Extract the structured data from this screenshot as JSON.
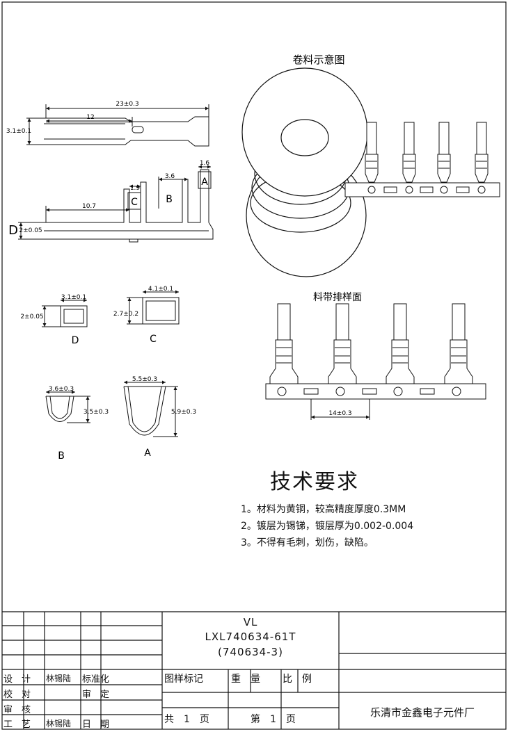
{
  "reel": {
    "title": "卷料示意图"
  },
  "strip": {
    "title": "料带排样面",
    "pitch": "14±0.3"
  },
  "side_view": {
    "length_total": "23±0.3",
    "length_12": "12",
    "height_3_1": "3.1±0.1",
    "length_10_7": "10.7",
    "width_1_9": "1.9",
    "width_3_6": "3.6",
    "width_1_6": "1.6",
    "label_A": "A",
    "label_B": "B",
    "label_C": "C",
    "label_D": "D",
    "height_2": "2±0.05"
  },
  "sections": {
    "D": {
      "label": "D",
      "width": "3.1±0.1",
      "height": "2±0.05"
    },
    "C": {
      "label": "C",
      "width": "4.1±0.1",
      "height": "2.7±0.2"
    },
    "B": {
      "label": "B",
      "width": "3.6±0.3",
      "height": "3.5±0.3"
    },
    "A": {
      "label": "A",
      "width": "5.5±0.3",
      "height": "5.9±0.3"
    }
  },
  "requirements": {
    "title": "技术要求",
    "items": [
      "1。材料为黄铜，较高精度厚度0.3MM",
      "2。镀层为锡锑，镀层厚为0.002-0.004",
      "3。不得有毛刺，划伤，缺陷。"
    ]
  },
  "title_block": {
    "part_line1": "VL",
    "part_line2": "LXL740634-61T",
    "part_line3": "(740634-3)",
    "design": "设　计",
    "designer": "林锡陆",
    "standard": "标准化",
    "check": "校　对",
    "review": "审　核",
    "approve": "审　定",
    "process": "工　艺",
    "processor": "林锡陆",
    "date": "日　期",
    "mark": "图样标记",
    "weight": "重　量",
    "scale": "比　例",
    "total_pages": "共　1　页",
    "page_no": "第　1　页",
    "company": "乐清市金鑫电子元件厂"
  }
}
